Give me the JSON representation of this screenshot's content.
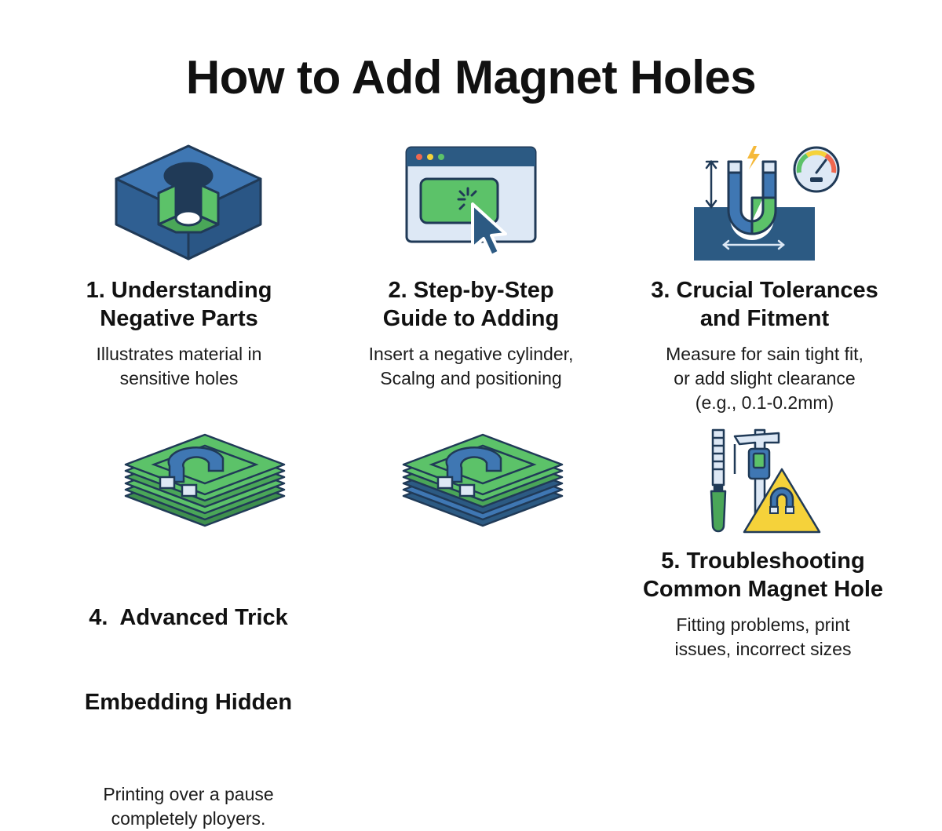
{
  "title": "How to Add Magnet Holes",
  "colors": {
    "blue": "#3f77b3",
    "dark_navy": "#203a57",
    "green": "#5cc269",
    "yellow": "#f5d23a",
    "navy_block": "#2c5a83"
  },
  "items": [
    {
      "heading_line1": "1. Understanding",
      "heading_line2": "Negative Parts",
      "desc_line1": "Illustrates material in",
      "desc_line2": "sensitive holes",
      "icon": "cube-with-hole-icon"
    },
    {
      "heading_line1": "2. Step-by-Step",
      "heading_line2": "Guide to Adding",
      "desc_line1": "Insert a negative cylinder,",
      "desc_line2": "Scalng and positioning",
      "icon": "browser-click-icon"
    },
    {
      "heading_line1": "3. Crucial Tolerances",
      "heading_line2": "and Fitment",
      "desc_line1": "Measure for sain tight fit,",
      "desc_line2": "or add slight clearance",
      "desc_line3": "(e.g., 0.1-0.2mm)",
      "icon": "magnet-gauge-icon"
    },
    {
      "heading_line1": "4.  Advanced Trick",
      "heading_line2": "Embedding Hidden",
      "desc_line1": "Printing over a pause",
      "desc_line2": "completely ployers.",
      "icon": "layered-magnet-icon"
    },
    {
      "icon": "layered-magnet-blue-icon"
    },
    {
      "heading_line1": "5. Troubleshooting",
      "heading_line2": "Common Magnet Hole",
      "desc_line1": "Fitting problems, print",
      "desc_line2": "issues, incorrect sizes",
      "icon": "tools-warning-icon"
    }
  ]
}
